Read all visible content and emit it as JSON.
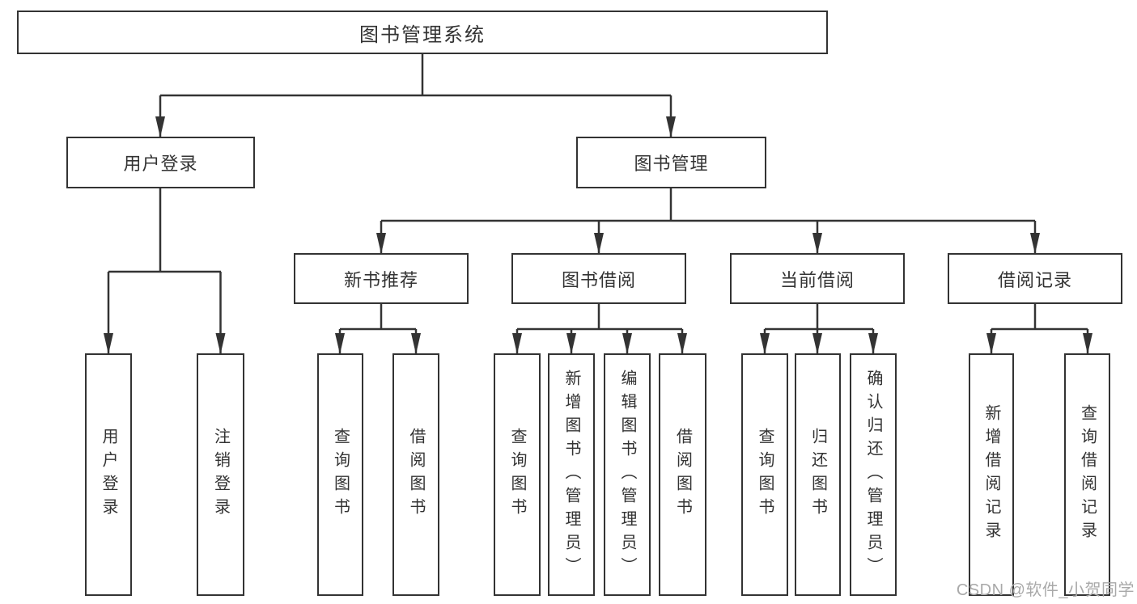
{
  "diagram_title": "图书管理系统",
  "nodes": {
    "root": "图书管理系统",
    "user_login": "用户登录",
    "book_mgmt": "图书管理",
    "new_book_rec": "新书推荐",
    "book_borrow": "图书借阅",
    "current_borrow": "当前借阅",
    "borrow_records": "借阅记录",
    "leaf_user_login": "用户登录",
    "leaf_logout": "注销登录",
    "leaf_query_book_1": "查询图书",
    "leaf_borrow_book_1": "借阅图书",
    "leaf_query_book_2": "查询图书",
    "leaf_add_book": "新增图书（管理员）",
    "leaf_edit_book": "编辑图书（管理员）",
    "leaf_borrow_book_2": "借阅图书",
    "leaf_query_book_3": "查询图书",
    "leaf_return_book": "归还图书",
    "leaf_confirm_return": "确认归还（管理员）",
    "leaf_add_record": "新增借阅记录",
    "leaf_query_record": "查询借阅记录"
  },
  "hierarchy": {
    "图书管理系统": {
      "用户登录": [
        "用户登录",
        "注销登录"
      ],
      "图书管理": {
        "新书推荐": [
          "查询图书",
          "借阅图书"
        ],
        "图书借阅": [
          "查询图书",
          "新增图书（管理员）",
          "编辑图书（管理员）",
          "借阅图书"
        ],
        "当前借阅": [
          "查询图书",
          "归还图书",
          "确认归还（管理员）"
        ],
        "借阅记录": [
          "新增借阅记录",
          "查询借阅记录"
        ]
      }
    }
  },
  "watermark": "CSDN @软件_小贺同学",
  "colors": {
    "line": "#333333",
    "box_background": "#ffffff",
    "text": "#333333",
    "watermark": "#a9a9a9"
  }
}
